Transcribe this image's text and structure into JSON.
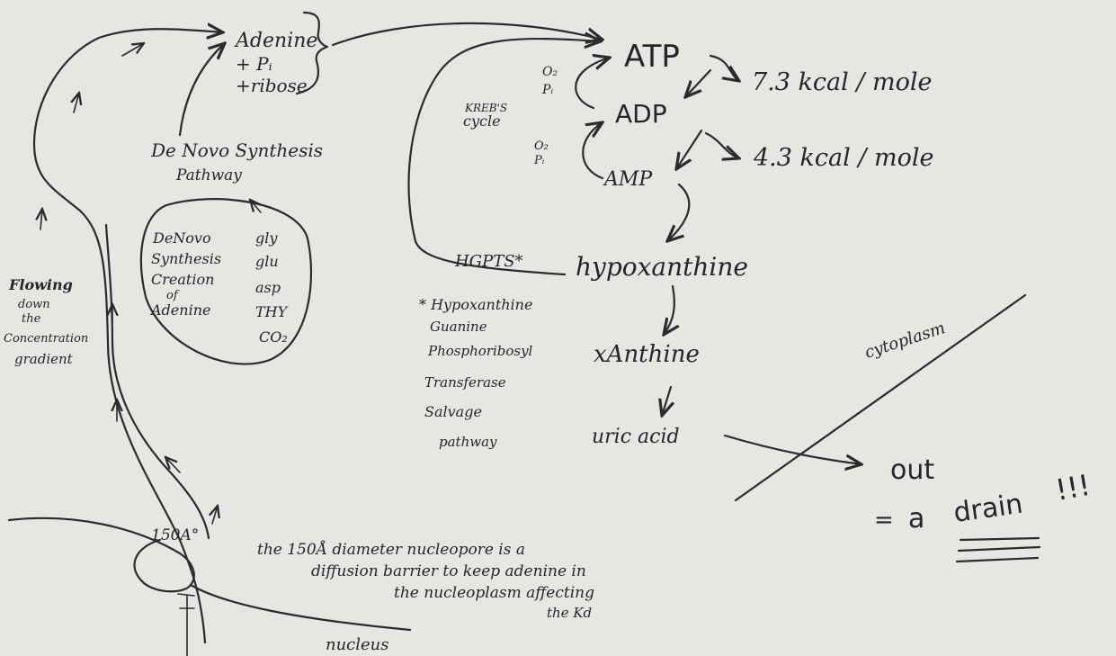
{
  "colors": {
    "paper": "#e6e6e2",
    "ink": "#2b2b2e"
  },
  "labels": {
    "adenine": "Adenine",
    "pi": "+ Pᵢ",
    "ribose": "+ribose",
    "atp": "ATP",
    "adp": "ADP",
    "amp": "AMP",
    "o2_top": "O₂",
    "pi_top": "Pᵢ",
    "o2_bot": "O₂",
    "pi_bot": "Pᵢ",
    "krebs_1": "KREB'S",
    "krebs_2": "cycle",
    "energy_1": "7.3  kcal / mole",
    "energy_2": "4.3  kcal / mole",
    "hgpts": "HGPTS*",
    "hypoxanthine": "hypoxanthine",
    "xanthine": "xAnthine",
    "uric_acid": "uric acid",
    "cytoplasm": "cytoplasm",
    "out": "out",
    "drain_eq": "=",
    "drain_a": "a",
    "drain_word": "drain",
    "drain_excl": "!!!",
    "denovo_title_1": "De Novo Synthesis",
    "denovo_title_2": "Pathway",
    "oval_left": [
      "DeNovo",
      "Synthesis",
      "Creation",
      "of",
      "Adenine"
    ],
    "oval_right": [
      "gly",
      "glu",
      "asp",
      "THY",
      "CO₂"
    ],
    "flowing": [
      "Flowing",
      "down",
      "the",
      "Concentration",
      "gradient"
    ],
    "footnote": [
      "* Hypoxanthine",
      "Guanine",
      "Phosphoribosyl",
      "Transferase",
      "Salvage",
      "pathway"
    ],
    "pore_label": "150A°",
    "pore_note": [
      "the 150Å diameter nucleopore is a",
      "diffusion barrier to keep adenine in",
      "the nucleoplasm affecting",
      "the Kd"
    ],
    "nucleus": "nucleus"
  }
}
